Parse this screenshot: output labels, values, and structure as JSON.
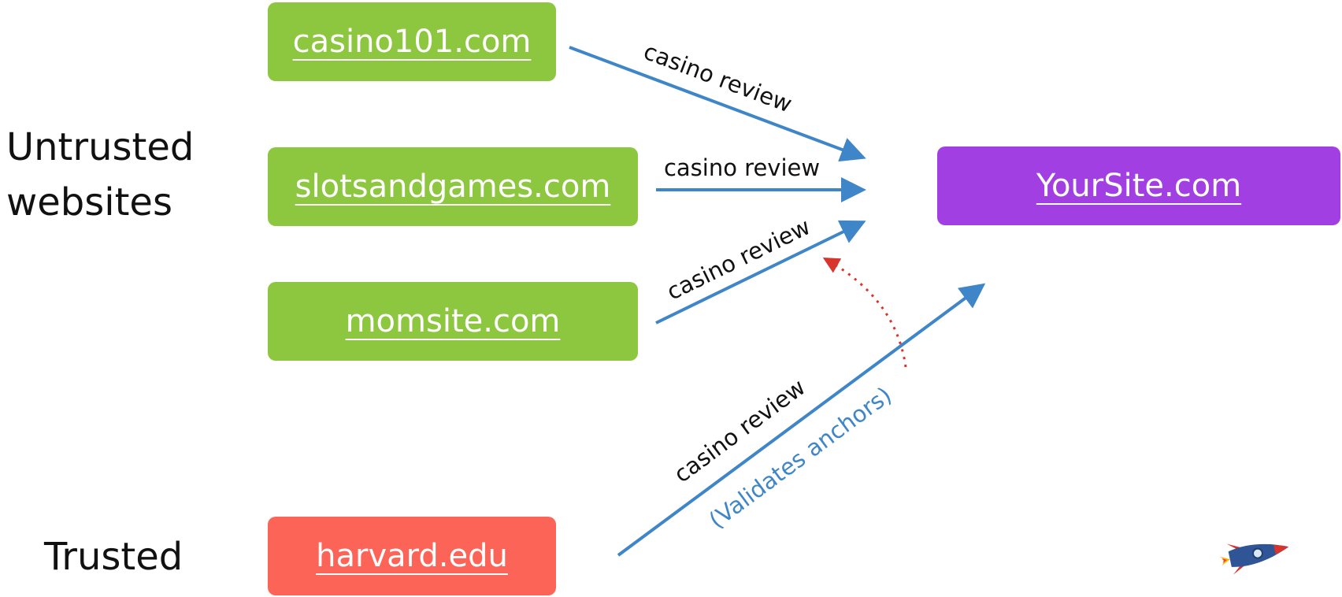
{
  "groups": {
    "untrusted_line1": "Untrusted",
    "untrusted_line2": "websites",
    "trusted": "Trusted"
  },
  "sites": {
    "casino101": "casino101.com",
    "slotsandgames": "slotsandgames.com",
    "momsite": "momsite.com",
    "harvard": "harvard.edu",
    "target": "YourSite.com"
  },
  "edges": {
    "anchor1": "casino review",
    "anchor2": "casino review",
    "anchor3": "casino review",
    "anchor4": "casino review",
    "validation_note": "(Validates anchors)"
  },
  "colors": {
    "untrusted_box": "#8dc63f",
    "trusted_box": "#fc6457",
    "target_box": "#a23fe3",
    "arrow": "#3f86c8",
    "validation_arrow": "#d9342b",
    "validation_text": "#3f86c8"
  },
  "icons": {
    "logo": "rocket-icon"
  }
}
